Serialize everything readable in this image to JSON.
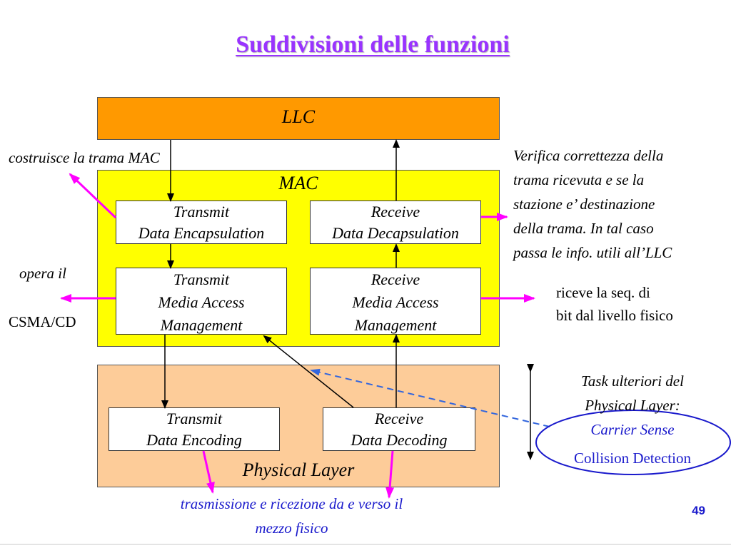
{
  "title": "Suddivisioni delle funzioni",
  "layers": {
    "llc": "LLC",
    "mac": "MAC",
    "physical": "Physical Layer"
  },
  "boxes": {
    "tx_encap": [
      "Transmit",
      "Data Encapsulation"
    ],
    "rx_decap": [
      "Receive",
      "Data Decapsulation"
    ],
    "tx_media": [
      "Transmit",
      "Media Access",
      "Management"
    ],
    "rx_media": [
      "Receive",
      "Media Access",
      "Management"
    ],
    "tx_encoding": [
      "Transmit",
      "Data Encoding"
    ],
    "rx_decoding": [
      "Receive",
      "Data Decoding"
    ]
  },
  "notes": {
    "build_frame": "costruisce la trama MAC",
    "csma_1": "opera il",
    "csma_2": "CSMA/CD",
    "verify": [
      "Verifica correttezza della",
      "trama ricevuta e se la",
      "stazione e’ destinazione",
      "della trama. In tal caso",
      "passa le info. utili all’LLC"
    ],
    "receive_bits": [
      "riceve la seq. di",
      "bit dal livello fisico"
    ],
    "task_title": [
      "Task ulteriori del",
      "Physical Layer:"
    ],
    "carrier_sense": "Carrier Sense",
    "collision_detection": "Collision Detection",
    "bottom": [
      "trasmissione e ricezione da e verso il",
      "mezzo fisico"
    ]
  },
  "page_number": "49",
  "colors": {
    "title": "#9933ff",
    "llc": "#ff9900",
    "mac": "#ffff00",
    "physical": "#fdcc99",
    "magenta_arrow": "#ff00ff",
    "blue_text": "#1a1acc",
    "dashed": "#3366dd"
  }
}
